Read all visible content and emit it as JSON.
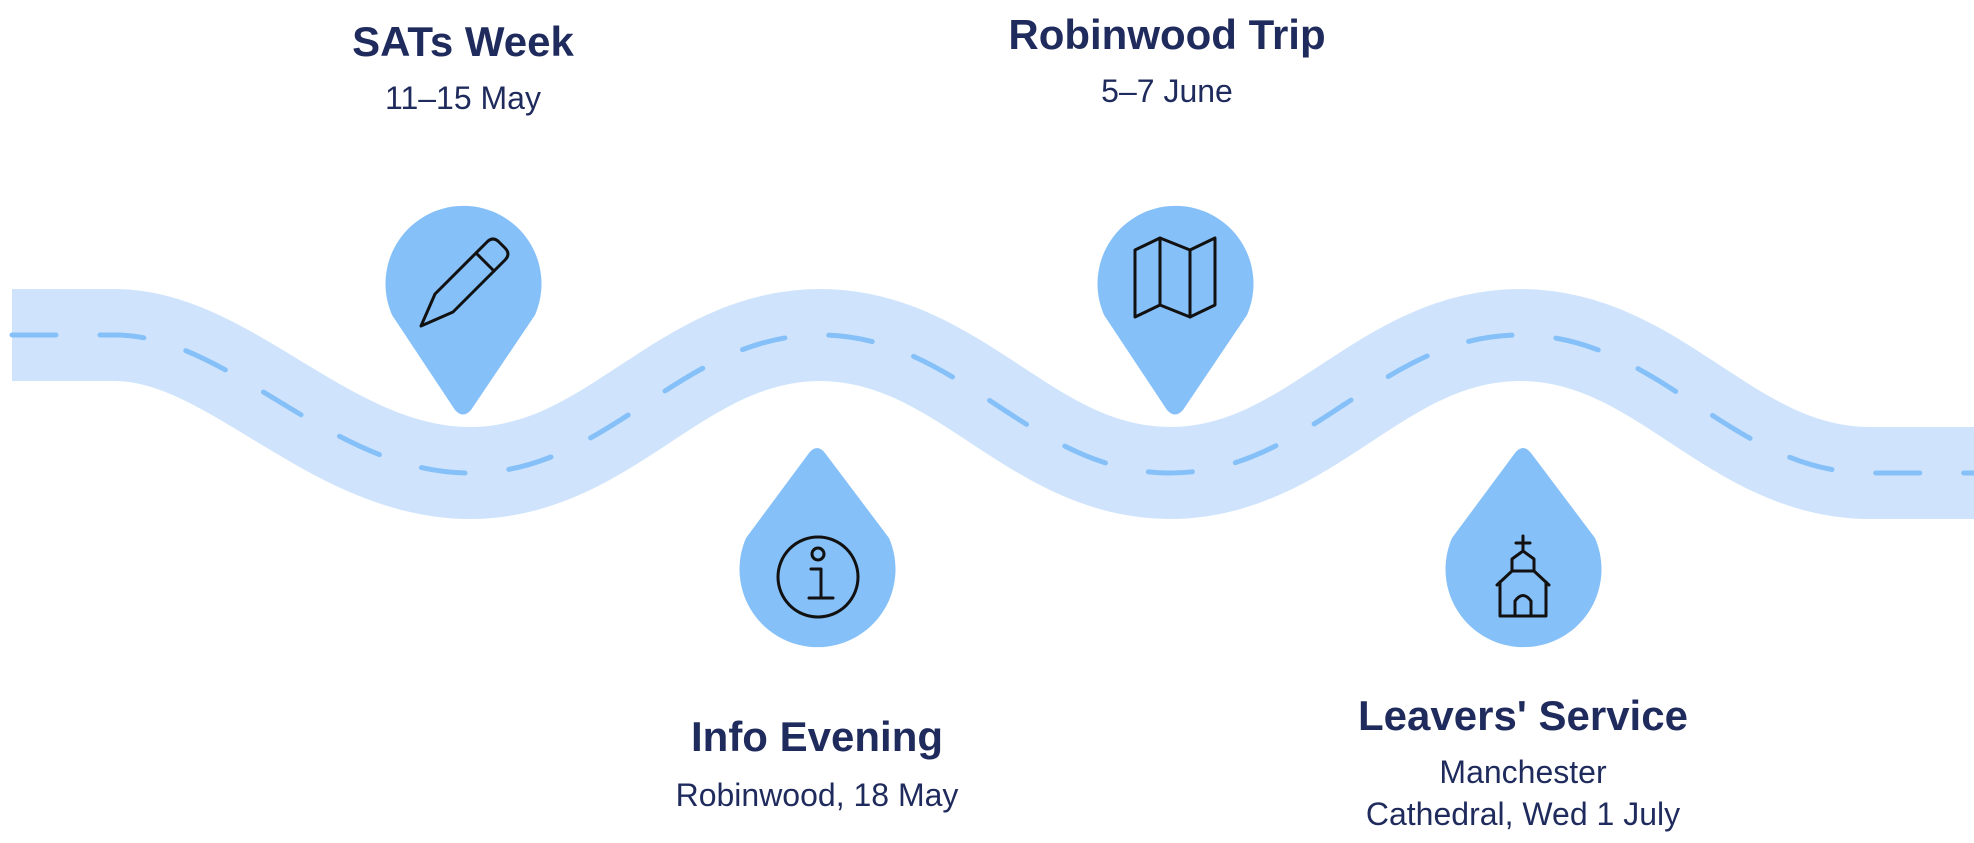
{
  "milestones": [
    {
      "title": "SATs Week",
      "subtitle": "11–15 May",
      "icon": "pencil-icon"
    },
    {
      "title": "Info Evening",
      "subtitle": "Robinwood, 18 May",
      "icon": "info-icon"
    },
    {
      "title": "Robinwood Trip",
      "subtitle": "5–7 June",
      "icon": "map-icon"
    },
    {
      "title": "Leavers' Service",
      "subtitle": "Manchester\nCathedral, Wed 1 July",
      "icon": "church-icon"
    }
  ],
  "colors": {
    "road": "#cfe4fc",
    "dash": "#86c0f8",
    "pin": "#86c0f8",
    "text": "#1f2b5c",
    "icon": "#111111"
  }
}
